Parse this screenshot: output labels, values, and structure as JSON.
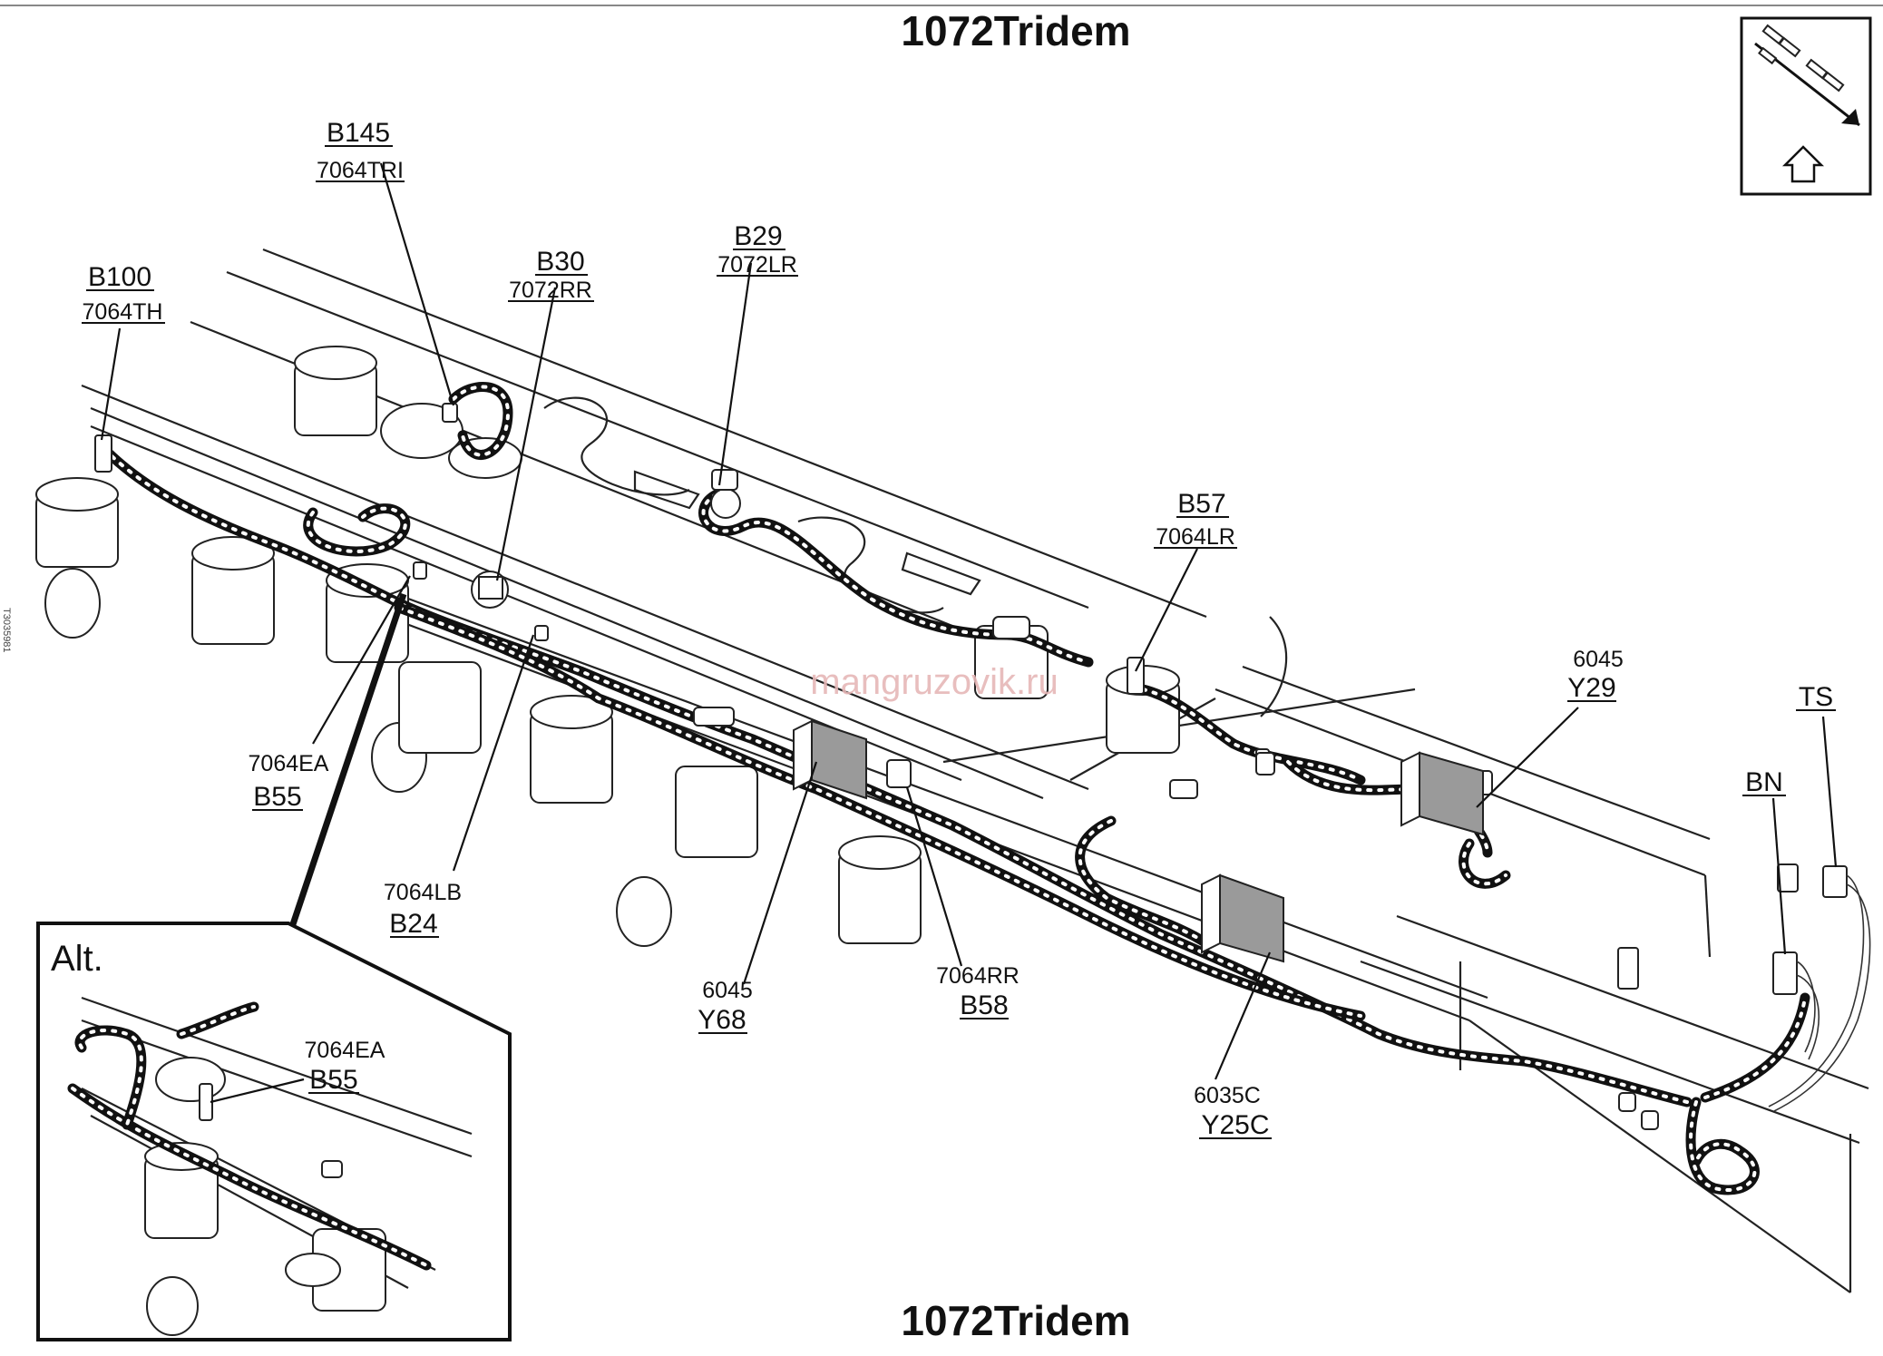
{
  "title_top": "1072Tridem",
  "title_bottom": "1072Tridem",
  "watermark": "mangruzovik.ru",
  "side_code": "T3035981",
  "inset": {
    "label": "Alt.",
    "callout": {
      "code": "7064EA",
      "name": "B55"
    }
  },
  "callouts": {
    "b145": {
      "name": "B145",
      "code": "7064TRI"
    },
    "b100": {
      "name": "B100",
      "code": "7064TH"
    },
    "b30": {
      "name": "B30",
      "code": "7072RR"
    },
    "b29": {
      "name": "B29",
      "code": "7072LR"
    },
    "b57": {
      "name": "B57",
      "code": "7064LR"
    },
    "y29": {
      "name": "Y29",
      "code": "6045"
    },
    "ts": {
      "name": "TS"
    },
    "bn": {
      "name": "BN"
    },
    "b55": {
      "name": "B55",
      "code": "7064EA"
    },
    "b24": {
      "name": "B24",
      "code": "7064LB"
    },
    "y68": {
      "name": "Y68",
      "code": "6045"
    },
    "b58": {
      "name": "B58",
      "code": "7064RR"
    },
    "y25c": {
      "name": "Y25C",
      "code": "6035C"
    }
  },
  "orientation_icon": "truck-orientation-arrow-icon"
}
